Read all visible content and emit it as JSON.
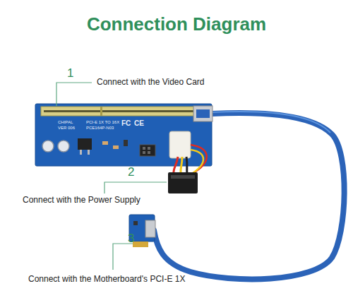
{
  "diagram": {
    "title": "Connection Diagram",
    "labels": [
      "1",
      "Connect with the Video Card",
      "2",
      "Connect with the Power Supply",
      "3",
      "Connect with the Motherboard's PCI-E 1X",
      "CHIPAL",
      "VER 006",
      "PCI-E 1X TO 16X",
      "PCE164P-N03",
      "FC",
      "CE"
    ]
  }
}
